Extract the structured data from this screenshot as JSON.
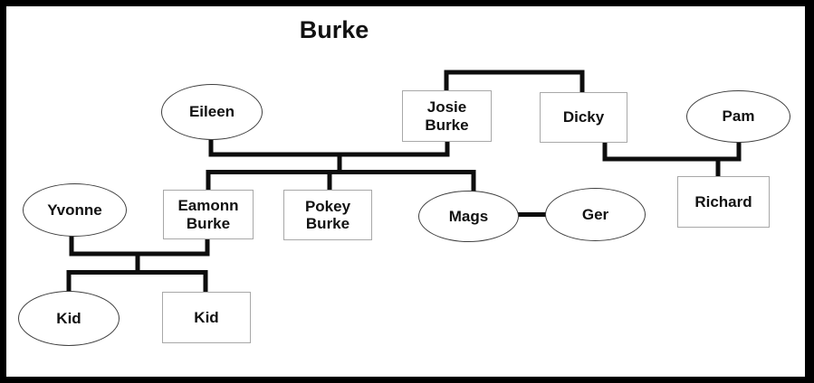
{
  "diagram": {
    "title": "Burke",
    "type": "family-tree",
    "nodes": [
      {
        "id": "eileen",
        "label": "Eileen",
        "shape": "ellipse"
      },
      {
        "id": "josie-burke",
        "label": "Josie\nBurke",
        "shape": "rect"
      },
      {
        "id": "dicky",
        "label": "Dicky",
        "shape": "rect"
      },
      {
        "id": "pam",
        "label": "Pam",
        "shape": "ellipse"
      },
      {
        "id": "yvonne",
        "label": "Yvonne",
        "shape": "ellipse"
      },
      {
        "id": "eamonn-burke",
        "label": "Eamonn\nBurke",
        "shape": "rect"
      },
      {
        "id": "pokey-burke",
        "label": "Pokey\nBurke",
        "shape": "rect"
      },
      {
        "id": "mags",
        "label": "Mags",
        "shape": "ellipse"
      },
      {
        "id": "ger",
        "label": "Ger",
        "shape": "ellipse"
      },
      {
        "id": "richard",
        "label": "Richard",
        "shape": "rect"
      },
      {
        "id": "kid-1",
        "label": "Kid",
        "shape": "ellipse"
      },
      {
        "id": "kid-2",
        "label": "Kid",
        "shape": "rect"
      }
    ],
    "connections": [
      {
        "type": "sibling-bracket",
        "between": [
          "josie-burke",
          "dicky"
        ]
      },
      {
        "type": "union",
        "between": [
          "eileen",
          "josie-burke"
        ],
        "children": [
          "eamonn-burke",
          "pokey-burke",
          "mags"
        ]
      },
      {
        "type": "union",
        "between": [
          "dicky",
          "pam"
        ],
        "children": [
          "richard"
        ]
      },
      {
        "type": "union",
        "between": [
          "mags",
          "ger"
        ],
        "children": []
      },
      {
        "type": "union",
        "between": [
          "yvonne",
          "eamonn-burke"
        ],
        "children": [
          "kid-1",
          "kid-2"
        ]
      }
    ]
  },
  "colors": {
    "connector": "#0d0d0d",
    "rect_border": "#a8a8a8",
    "ellipse_border": "#404040",
    "text": "#111111",
    "frame": "#000000",
    "background": "#ffffff"
  }
}
